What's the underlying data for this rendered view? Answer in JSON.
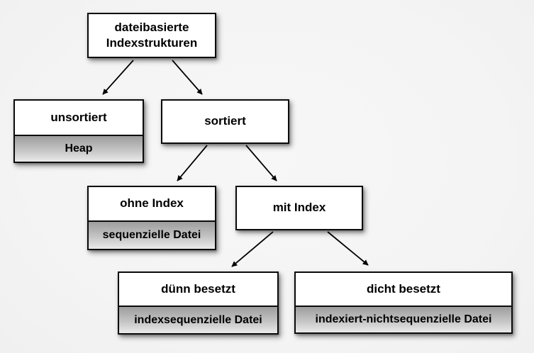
{
  "diagram": {
    "language": "de",
    "nodes": {
      "root": {
        "label": "dateibasierte Indexstrukturen"
      },
      "unsorted": {
        "label": "unsortiert",
        "sublabel": "Heap"
      },
      "sorted": {
        "label": "sortiert"
      },
      "no_index": {
        "label": "ohne Index",
        "sublabel": "sequenzielle Datei"
      },
      "with_index": {
        "label": "mit Index"
      },
      "sparse": {
        "label": "dünn besetzt",
        "sublabel": "indexsequenzielle Datei"
      },
      "dense": {
        "label": "dicht besetzt",
        "sublabel": "indexiert-nichtsequenzielle Datei"
      }
    },
    "edges": [
      {
        "from": "root",
        "to": "unsorted"
      },
      {
        "from": "root",
        "to": "sorted"
      },
      {
        "from": "sorted",
        "to": "no_index"
      },
      {
        "from": "sorted",
        "to": "with_index"
      },
      {
        "from": "with_index",
        "to": "sparse"
      },
      {
        "from": "with_index",
        "to": "dense"
      }
    ],
    "colors": {
      "background": "#f4f4f4",
      "box_fill": "#ffffff",
      "box_border": "#0b0b0b",
      "sub_gradient_top": "#9d9d9d",
      "sub_gradient_bottom": "#eaeaea",
      "arrow": "#000000",
      "text": "#000000"
    }
  }
}
